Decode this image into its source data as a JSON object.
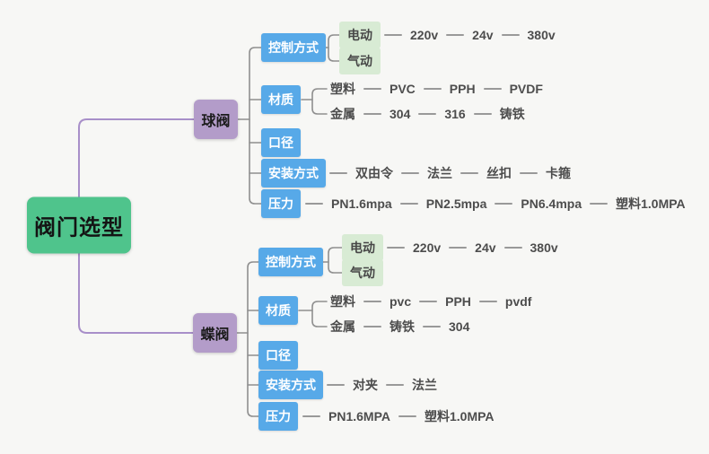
{
  "root": {
    "label": "阀门选型"
  },
  "colors": {
    "background": "#f7f7f5",
    "root_green": "#4fc48c",
    "branch_purple": "#b39cc9",
    "category_blue": "#57a9e8",
    "leaf_green": "#d8ebd4",
    "connector_gray": "#999999",
    "connector_purple": "#a88fc9"
  },
  "branches": [
    {
      "label": "球阀",
      "children": [
        {
          "label": "控制方式",
          "sub": [
            {
              "label": "电动",
              "chain": [
                "220v",
                "24v",
                "380v"
              ]
            },
            {
              "label": "气动"
            }
          ]
        },
        {
          "label": "材质",
          "rows": [
            {
              "head": "塑料",
              "chain": [
                "PVC",
                "PPH",
                "PVDF"
              ]
            },
            {
              "head": "金属",
              "chain": [
                "304",
                "316",
                "铸铁"
              ]
            }
          ]
        },
        {
          "label": "口径"
        },
        {
          "label": "安装方式",
          "chain": [
            "双由令",
            "法兰",
            "丝扣",
            "卡箍"
          ]
        },
        {
          "label": "压力",
          "chain": [
            "PN1.6mpa",
            "PN2.5mpa",
            "PN6.4mpa",
            "塑料1.0MPA"
          ]
        }
      ]
    },
    {
      "label": "蝶阀",
      "children": [
        {
          "label": "控制方式",
          "sub": [
            {
              "label": "电动",
              "chain": [
                "220v",
                "24v",
                "380v"
              ]
            },
            {
              "label": "气动"
            }
          ]
        },
        {
          "label": "材质",
          "rows": [
            {
              "head": "塑料",
              "chain": [
                "pvc",
                "PPH",
                "pvdf"
              ]
            },
            {
              "head": "金属",
              "chain": [
                "铸铁",
                "304"
              ]
            }
          ]
        },
        {
          "label": "口径"
        },
        {
          "label": "安装方式",
          "chain": [
            "对夹",
            "法兰"
          ]
        },
        {
          "label": "压力",
          "chain": [
            "PN1.6MPA",
            "塑料1.0MPA"
          ]
        }
      ]
    }
  ]
}
